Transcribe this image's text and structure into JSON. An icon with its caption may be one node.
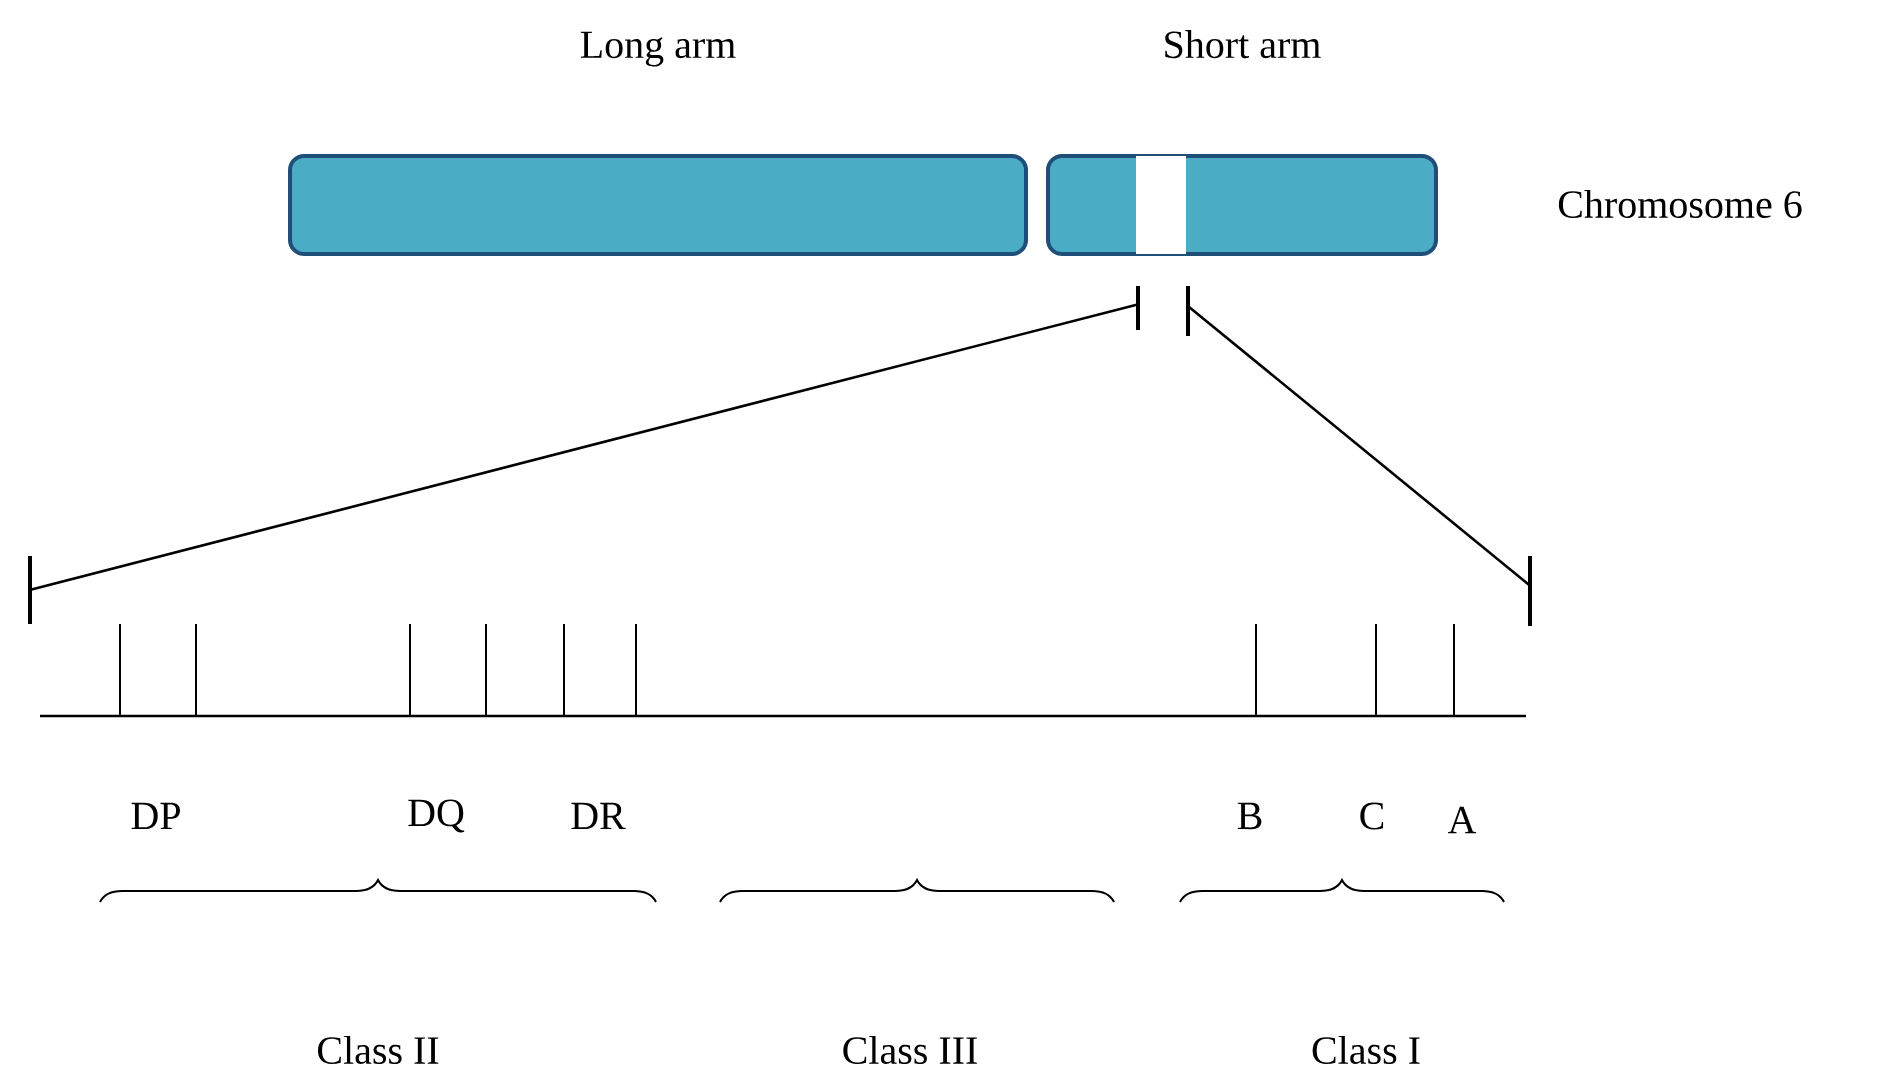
{
  "diagram": {
    "nodes": [
      {
        "text": [
          "Long arm"
        ]
      },
      {
        "text": [
          "Short arm"
        ]
      },
      {
        "text": [],
        "shape": "box",
        "in": 1
      },
      {
        "text": [],
        "shape": "bar"
      }
    ],
    "edges": [
      {
        "from": 2,
        "to": 3,
        "arrow": "none"
      },
      {
        "from": 2,
        "to": 3,
        "arrow": "none"
      }
    ],
    "labels": [
      "Chromosome 6",
      "DP",
      "DQ",
      "DR",
      "B",
      "C",
      "A",
      "Class II",
      "Class III",
      "Class I"
    ]
  }
}
